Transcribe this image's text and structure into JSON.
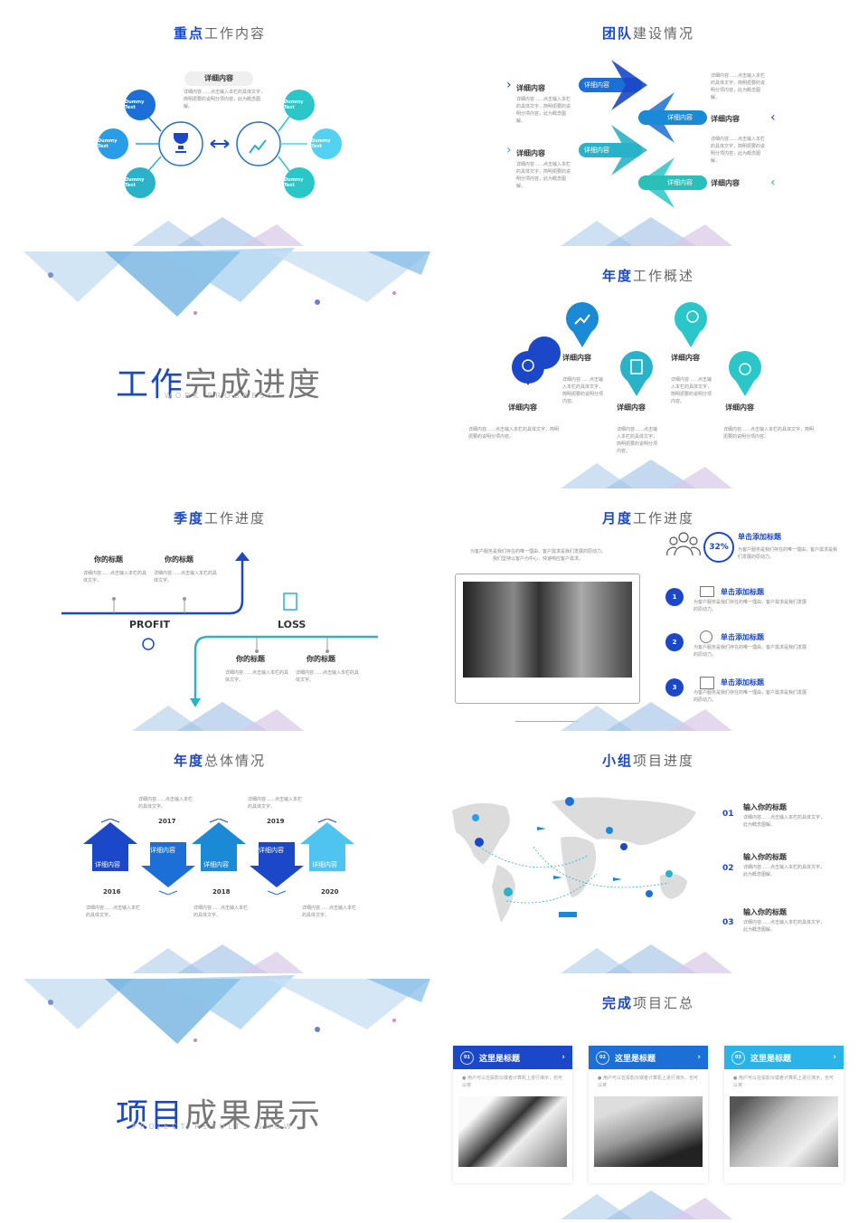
{
  "colors": {
    "accent": "#1b47c9",
    "teal": "#2ab3c8",
    "light": "#4fb8e8",
    "cyan": "#52d2f2"
  },
  "s1": {
    "title_hl": "重点",
    "title_rest": "工作内容",
    "pill": "详细内容",
    "desc": "详细内容……点击输入本栏的具体文字，简明扼要的说明分项内容，此为概念图解。",
    "circles": [
      "Dummy Text",
      "Dummy Text",
      "Dummy Text",
      "Dummy Text",
      "Dummy Text",
      "Dummy Text"
    ],
    "icons": [
      "trophy-icon",
      "chart-icon"
    ]
  },
  "s2": {
    "title_hl": "团队",
    "title_rest": "建设情况",
    "label": "详细内容",
    "desc": "详细内容……点击输入本栏的具体文字，简明扼要的说明分项内容，此为概念图解。"
  },
  "s3": {
    "title_hl": "工作",
    "title_rest": "完成进度",
    "sub": "WORK PROGRESS"
  },
  "s4": {
    "title_hl": "年度",
    "title_rest": "工作概述",
    "label": "详细内容",
    "desc": "详细内容……点击输入本栏的具体文字，简明扼要的说明分项内容。"
  },
  "s5": {
    "title_hl": "季度",
    "title_rest": "工作进度",
    "heading": "你的标题",
    "desc": "详细内容……点击输入本栏的具体文字。",
    "profit": "PROFIT",
    "loss": "LOSS"
  },
  "s6": {
    "title_hl": "月度",
    "title_rest": "工作进度",
    "intro": "为客户服务是我们存在的唯一理由，客户需求是我们发展的原动力。我们坚持以客户为中心，快速响应客户需求。",
    "pct": "32%",
    "item_title": "单击添加标题",
    "item_desc": "为客户服务是我们存在的唯一理由，客户需求是我们发展的原动力。",
    "nums": [
      "1",
      "2",
      "3"
    ]
  },
  "s7": {
    "title_hl": "年度",
    "title_rest": "总体情况",
    "years": [
      "2016",
      "2017",
      "2018",
      "2019",
      "2020"
    ],
    "label": "详细内容",
    "desc": "详细内容……点击输入本栏的具体文字。"
  },
  "s8": {
    "title_hl": "小组",
    "title_rest": "项目进度",
    "nums": [
      "01",
      "02",
      "03"
    ],
    "item_title": "输入你的标题",
    "item_desc": "详细内容……点击输入本栏的具体文字，此为概念图解。"
  },
  "s9": {
    "title_hl": "项目",
    "title_rest": "成果展示",
    "sub": "PROJECT RESULTS SHOW"
  },
  "s10": {
    "title_hl": "完成",
    "title_rest": "项目汇总",
    "cards": [
      {
        "num": "01",
        "title": "这里是标题",
        "text": "● 用户可以在投影仪或者计算机上进行演示，也可以将",
        "color": "#1b47c9"
      },
      {
        "num": "02",
        "title": "这里是标题",
        "text": "● 用户可以在投影仪或者计算机上进行演示，也可以将",
        "color": "#1b6fd6"
      },
      {
        "num": "03",
        "title": "这里是标题",
        "text": "● 用户可以在投影仪或者计算机上进行演示，也可以将",
        "color": "#2ab3e8"
      }
    ]
  }
}
